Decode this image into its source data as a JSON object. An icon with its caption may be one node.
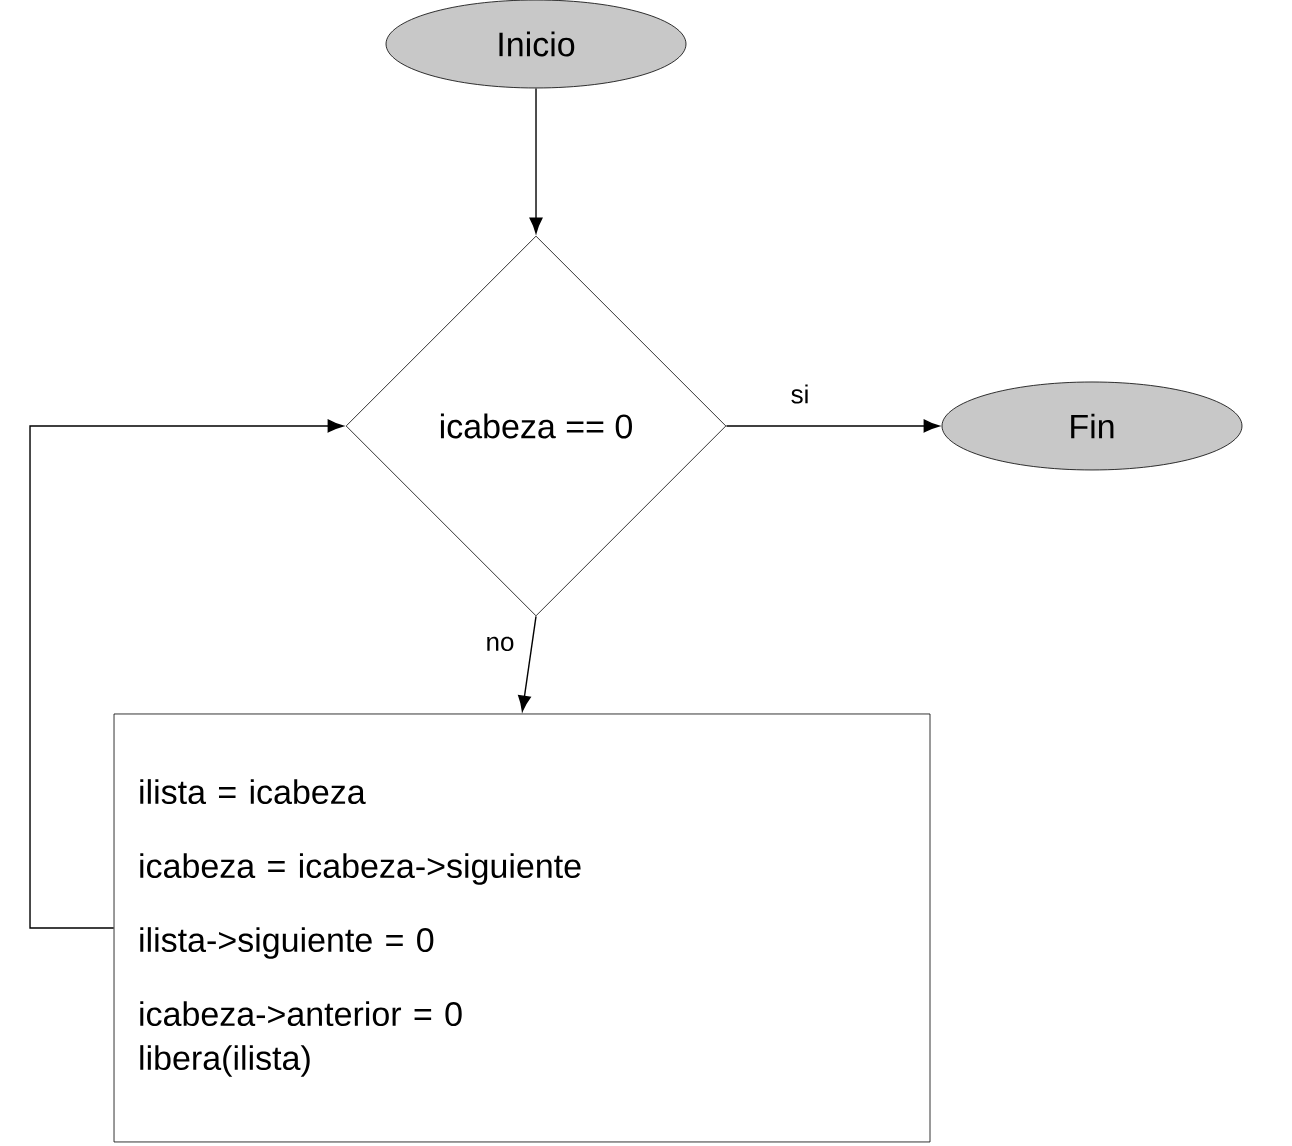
{
  "diagram": {
    "nodes": [
      {
        "text": [
          "Inicio"
        ]
      },
      {
        "text": [
          "icabeza == 0"
        ]
      },
      {
        "text": [
          "Fin"
        ]
      },
      {
        "text": [
          "ilista = icabeza",
          "icabeza = icabeza->siguiente",
          "ilista->siguiente = 0",
          "icabeza->anterior = 0",
          "libera(ilista)"
        ]
      }
    ],
    "edges": [
      {
        "from": 0,
        "to": 1,
        "arrow": "to"
      },
      {
        "from": 1,
        "to": 2,
        "arrow": "to",
        "label": "si"
      },
      {
        "from": 1,
        "to": 3,
        "arrow": "to",
        "label": "no"
      },
      {
        "from": 3,
        "to": 1,
        "arrow": "to"
      }
    ]
  }
}
